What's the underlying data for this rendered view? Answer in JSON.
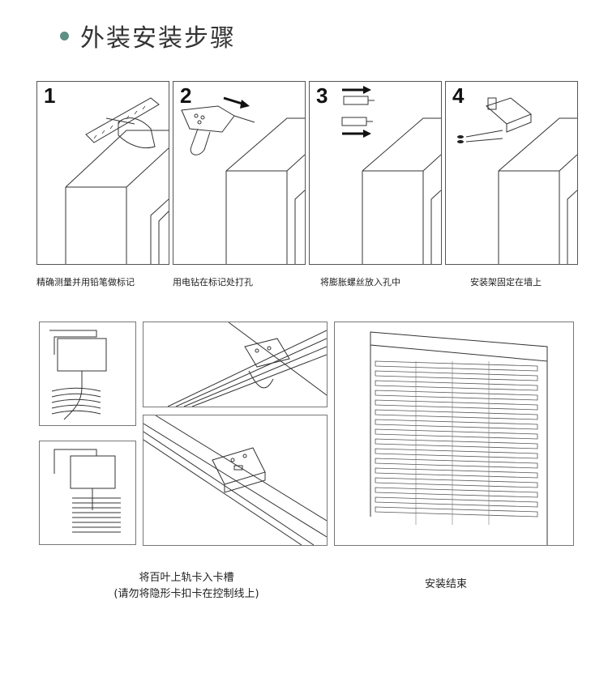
{
  "header": {
    "title": "外装安装步骤",
    "accent": "#5f8f84"
  },
  "steps": [
    {
      "num": "1",
      "caption": "精确测量并用铅笔做标记"
    },
    {
      "num": "2",
      "caption": "用电钻在标记处打孔"
    },
    {
      "num": "3",
      "caption": "将膨胀螺丝放入孔中"
    },
    {
      "num": "4",
      "caption": "安装架固定在墙上"
    }
  ],
  "bottom": {
    "left_caption_1": "将百叶上轨卡入卡槽",
    "left_caption_2": "(请勿将隐形卡扣卡在控制线上)",
    "right_caption": "安装结束"
  }
}
